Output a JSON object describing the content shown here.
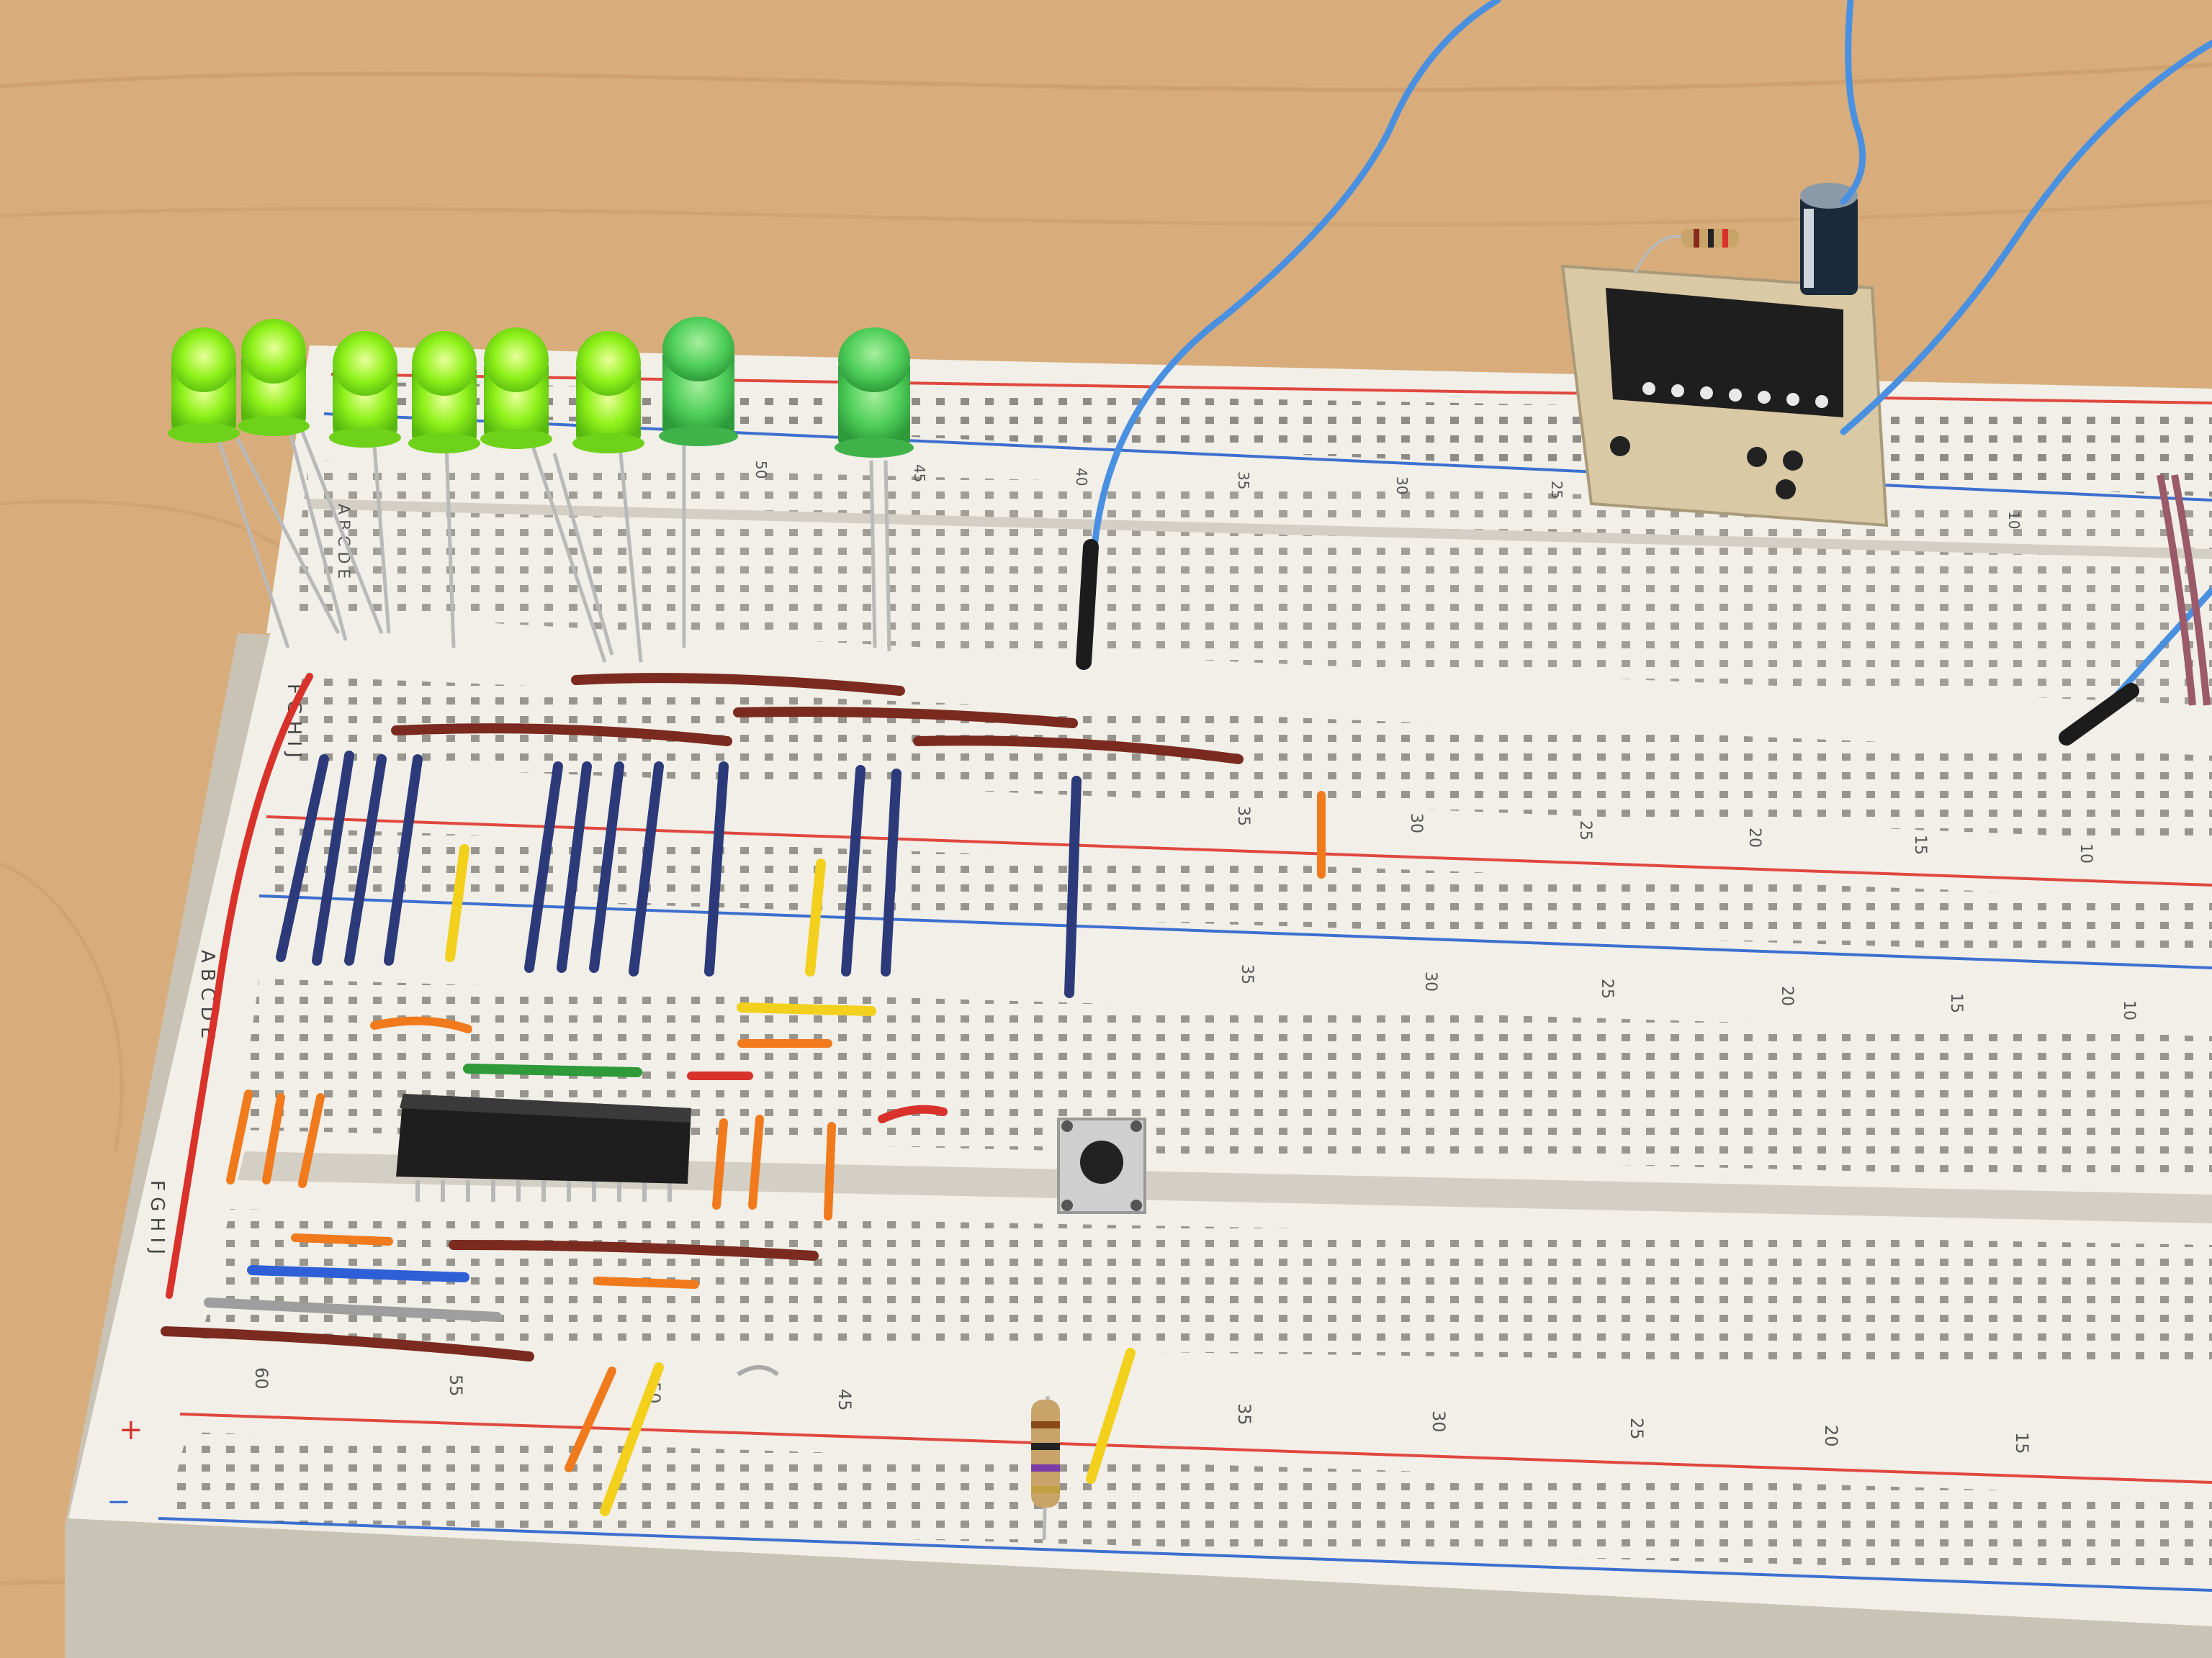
{
  "colors": {
    "table": "#d8ad7b",
    "table_grain": "#c89563",
    "board": "#f1efe8",
    "board_shadow": "#c9c3b6",
    "hole": "#3e3a35",
    "rail_red": "#e0473e",
    "rail_blue": "#3d6fd0",
    "led_bright": "#8ff21a",
    "led_pale": "#4fcf5a",
    "wire_navy": "#2c3a7a",
    "wire_brown": "#7a2a1e",
    "wire_orange": "#f07a1c",
    "wire_yellow": "#f2d01c",
    "wire_green": "#2e9a3a",
    "wire_red": "#d8322b",
    "wire_blue": "#2f5fd6",
    "wire_gray": "#9e9e9e",
    "jumper_blue": "#4a90e0",
    "chip": "#1e1e1e",
    "pcb": "#d9c9a4"
  },
  "board_labels": {
    "upper_row_letters": "A B C D E",
    "upper_row_letters_2": "F G H I J",
    "lower_row_letters": "A B C D E",
    "lower_row_letters_2": "F G H I J",
    "rail_plus": "+",
    "rail_minus": "−"
  },
  "column_numbers": {
    "upper_top": [
      "50",
      "45",
      "40",
      "35",
      "30",
      "25",
      "10"
    ],
    "upper_bottom": [
      "35",
      "30",
      "25",
      "20",
      "15",
      "10"
    ],
    "lower_top": [
      "35",
      "30",
      "25",
      "20",
      "15",
      "10"
    ],
    "lower_bottom": [
      "60",
      "55",
      "50",
      "45",
      "35",
      "30",
      "25",
      "20",
      "15"
    ]
  },
  "icons": {
    "led": "led-icon",
    "chip": "ic-chip-icon",
    "button": "push-button-icon",
    "resistor": "resistor-icon",
    "capacitor": "capacitor-icon"
  }
}
